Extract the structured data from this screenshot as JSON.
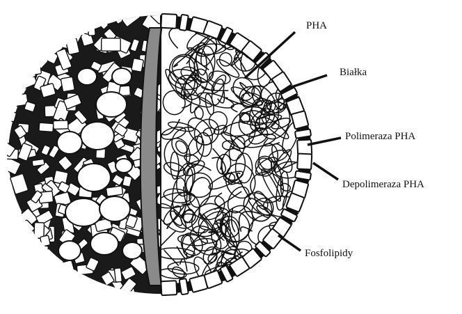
{
  "diagram": {
    "labels": {
      "pha": "PHA",
      "bialka": "Białka",
      "polimeraza": "Polimeraza PHA",
      "depolimeraza": "Depolimeraza PHA",
      "fosfolipidy": "Fosfolipidy"
    },
    "colors": {
      "ink": "#111111",
      "paper": "#ffffff",
      "membrane_band": "#8a8a8a"
    }
  }
}
